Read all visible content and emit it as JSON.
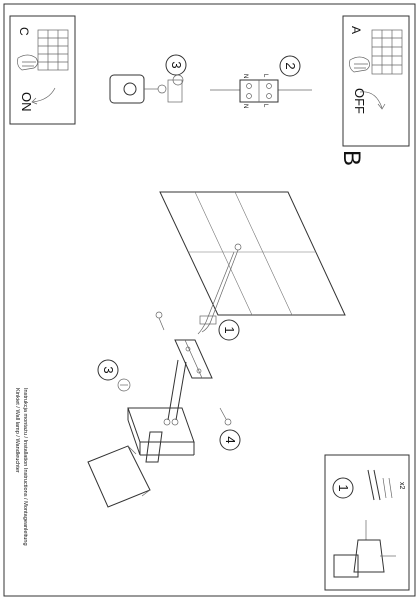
{
  "panel_a": {
    "letter": "A",
    "caption": "OFF"
  },
  "panel_c": {
    "letter": "C",
    "caption": "ON"
  },
  "section_b": {
    "letter": "B"
  },
  "steps": {
    "n1_bottom": "1",
    "n2": "2",
    "n3_top": "3",
    "n1_main": "1",
    "n3_main": "3",
    "n4": "4",
    "x2": "x2"
  },
  "terminals": {
    "t1": "N",
    "t2": "L",
    "t3": "N",
    "t4": "L"
  },
  "captions": {
    "line1": "Instrukcja montażu / Installation Instructions / Montageanleitung",
    "line2": "Kinkiet / Wall lamp / Wandleuchter"
  }
}
